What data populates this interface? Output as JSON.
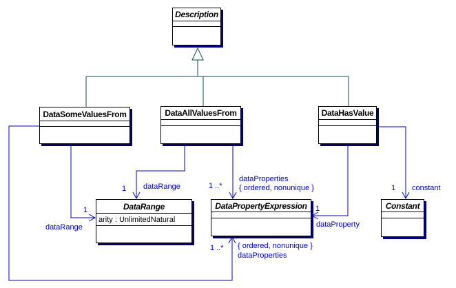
{
  "diagram": {
    "type": "uml-class-diagram",
    "colors": {
      "association_line": "#0000cc",
      "association_text": "#0000cc",
      "generalization_line": "#0d4c4c",
      "class_border": "#000000",
      "class_fill": "#ffffff",
      "class_shadow": "#000087",
      "class_text": "#000000",
      "background": "#ffffff"
    },
    "classes": {
      "description": {
        "name": "Description",
        "abstract": true,
        "attributes": [],
        "operations": []
      },
      "data_some_values_from": {
        "name": "DataSomeValuesFrom",
        "abstract": false,
        "attributes": [],
        "operations": []
      },
      "data_all_values_from": {
        "name": "DataAllValuesFrom",
        "abstract": false,
        "attributes": [],
        "operations": []
      },
      "data_has_value": {
        "name": "DataHasValue",
        "abstract": false,
        "attributes": [],
        "operations": []
      },
      "data_range": {
        "name": "DataRange",
        "abstract": true,
        "attributes": [
          "arity : UnlimitedNatural"
        ],
        "operations": []
      },
      "data_property_expression": {
        "name": "DataPropertyExpression",
        "abstract": true,
        "attributes": [],
        "operations": []
      },
      "constant": {
        "name": "Constant",
        "abstract": true,
        "attributes": [],
        "operations": []
      }
    },
    "generalization": {
      "parent": "Description",
      "children": [
        "DataSomeValuesFrom",
        "DataAllValuesFrom",
        "DataHasValue"
      ]
    },
    "associations": [
      {
        "from": "DataAllValuesFrom",
        "to": "DataRange",
        "multiplicity": "1",
        "role": "dataRange"
      },
      {
        "from": "DataAllValuesFrom",
        "to": "DataPropertyExpression",
        "multiplicity": "1 ..*",
        "role": "dataProperties",
        "constraint": "{ ordered, nonunique }"
      },
      {
        "from": "DataSomeValuesFrom",
        "to": "DataRange",
        "multiplicity": "1",
        "role": "dataRange"
      },
      {
        "from": "DataSomeValuesFrom",
        "to": "DataPropertyExpression",
        "multiplicity": "1 ..*",
        "role": "dataProperties",
        "constraint": "{ ordered, nonunique }"
      },
      {
        "from": "DataHasValue",
        "to": "DataPropertyExpression",
        "multiplicity": "1",
        "role": "dataProperty"
      },
      {
        "from": "DataHasValue",
        "to": "Constant",
        "multiplicity": "1",
        "role": "constant"
      }
    ]
  }
}
